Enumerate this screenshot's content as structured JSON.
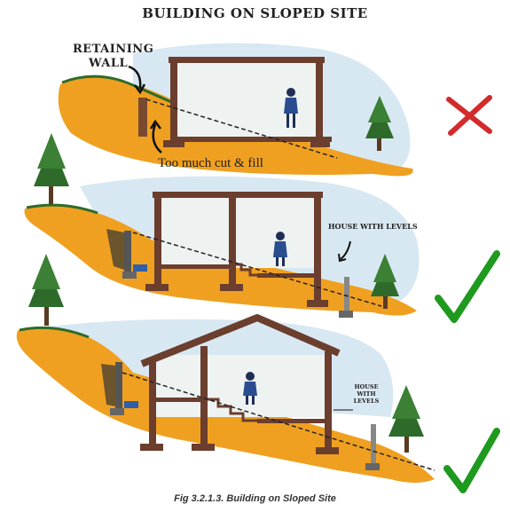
{
  "title": "BUILDING ON  SLOPED SITE",
  "labels": {
    "retaining_line1": "RETAINING",
    "retaining_line2": "WALL",
    "cut_fill": "Too much cut & fill",
    "house_levels": "HOUSE WITH LEVELS",
    "house_levels_b1": "HOUSE",
    "house_levels_b2": "WITH",
    "house_levels_b3": "LEVELS"
  },
  "caption": "Fig 3.2.1.3.   Building on Sloped Site",
  "marks": {
    "panel1": "cross-icon",
    "panel2": "check-icon",
    "panel3": "check-icon"
  },
  "colors": {
    "earth": "#F0A020",
    "earth_dark": "#D98A10",
    "sky": "#D8E8F2",
    "structure": "#6B3E2E",
    "wall_fill": "#EEF2F0",
    "cross": "#D32B2B",
    "check": "#1E9A1E",
    "tree": "#2E6B2A"
  }
}
